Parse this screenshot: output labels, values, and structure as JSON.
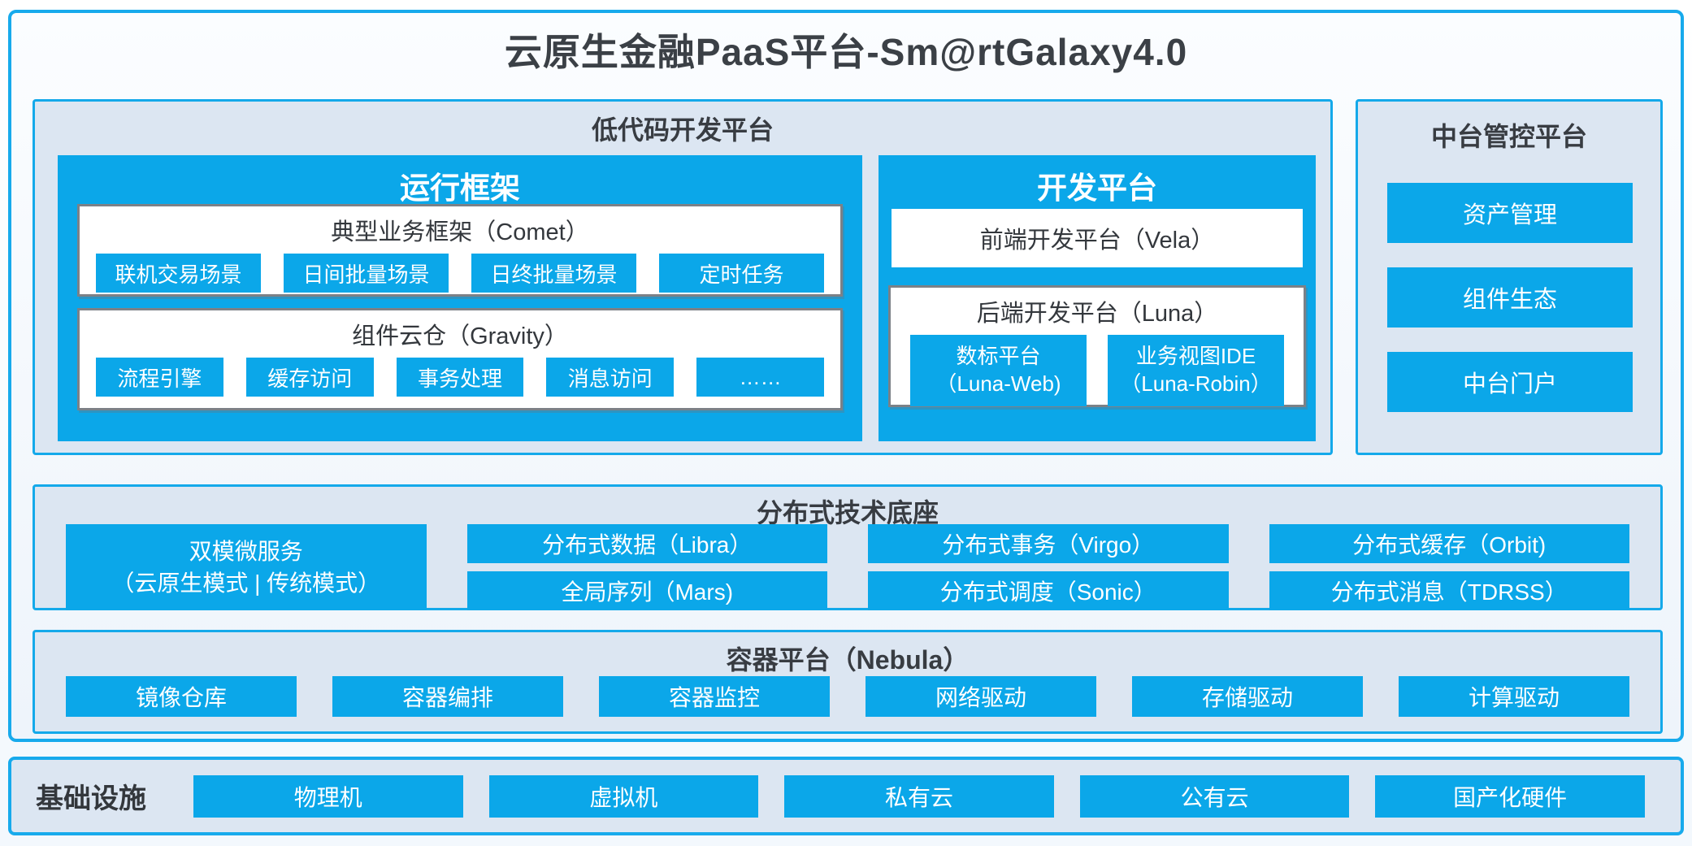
{
  "title": "云原生金融PaaS平台-Sm@rtGalaxy4.0",
  "colors": {
    "accent": "#0ba7e9",
    "section_bg": "#dce6f2",
    "section_border": "#14a9ea",
    "gray_box_border": "#7c8187",
    "dark_text": "#3b4046"
  },
  "lowcode": {
    "title": "低代码开发平台",
    "runtime": {
      "title": "运行框架",
      "comet": {
        "title": "典型业务框架（Comet）",
        "chips": [
          "联机交易场景",
          "日间批量场景",
          "日终批量场景",
          "定时任务"
        ]
      },
      "gravity": {
        "title": "组件云仓（Gravity）",
        "chips": [
          "流程引擎",
          "缓存访问",
          "事务处理",
          "消息访问",
          "……"
        ]
      }
    },
    "dev": {
      "title": "开发平台",
      "vela": "前端开发平台（Vela）",
      "luna": {
        "title": "后端开发平台（Luna）",
        "chips": [
          {
            "line1": "数标平台",
            "line2": "（Luna-Web)"
          },
          {
            "line1": "业务视图IDE",
            "line2": "（Luna-Robin）"
          }
        ]
      }
    }
  },
  "midctrl": {
    "title": "中台管控平台",
    "buttons": [
      "资产管理",
      "组件生态",
      "中台门户"
    ]
  },
  "distributed": {
    "title": "分布式技术底座",
    "dual_mode": {
      "line1": "双模微服务",
      "line2": "（云原生模式 | 传统模式）"
    },
    "columns": [
      [
        "分布式数据（Libra）",
        "全局序列（Mars)"
      ],
      [
        "分布式事务（Virgo）",
        "分布式调度（Sonic）"
      ],
      [
        "分布式缓存（Orbit)",
        "分布式消息（TDRSS）"
      ]
    ]
  },
  "container_platform": {
    "title": "容器平台（Nebula）",
    "chips": [
      "镜像仓库",
      "容器编排",
      "容器监控",
      "网络驱动",
      "存储驱动",
      "计算驱动"
    ]
  },
  "infrastructure": {
    "label": "基础设施",
    "chips": [
      "物理机",
      "虚拟机",
      "私有云",
      "公有云",
      "国产化硬件"
    ]
  }
}
